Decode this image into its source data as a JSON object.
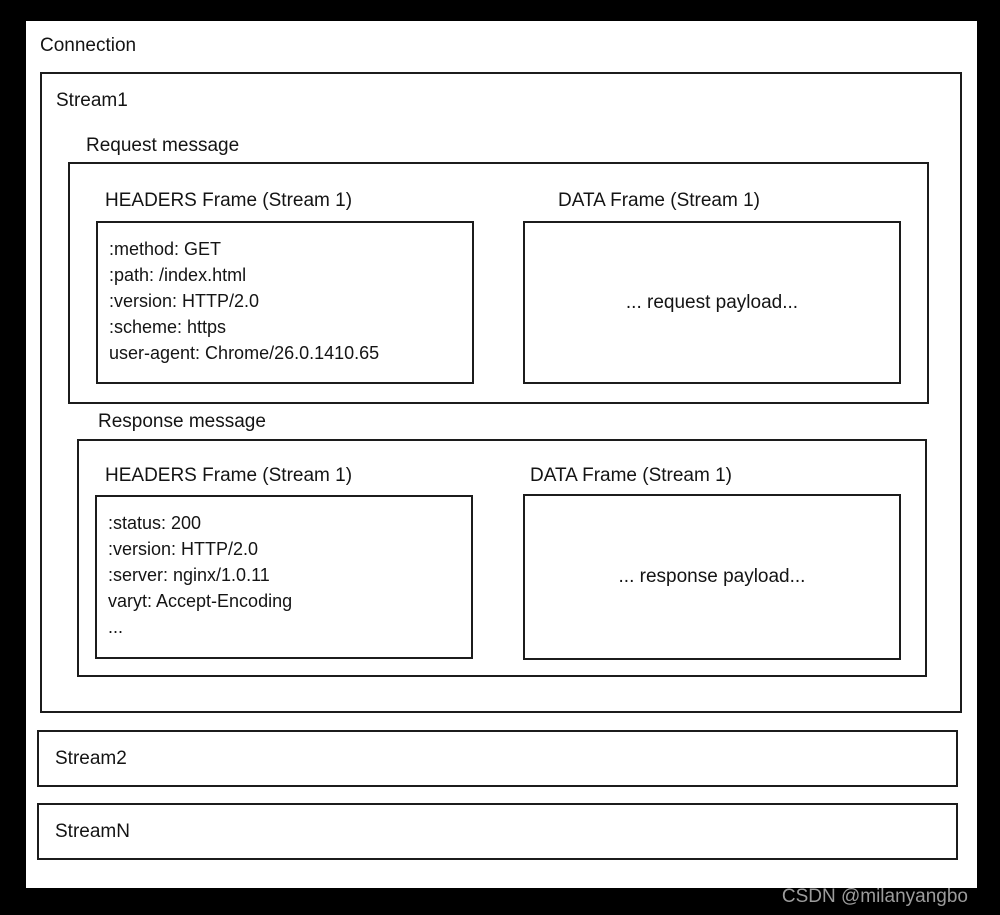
{
  "watermark": "CSDN @milanyangbo",
  "connection": {
    "label": "Connection",
    "stream1": {
      "label": "Stream1",
      "request": {
        "label": "Request message",
        "headers_frame": {
          "title": "HEADERS Frame (Stream 1)",
          "lines": [
            ":method: GET",
            ":path: /index.html",
            ":version: HTTP/2.0",
            ":scheme: https",
            "user-agent: Chrome/26.0.1410.65"
          ]
        },
        "data_frame": {
          "title": "DATA Frame (Stream 1)",
          "payload": "... request payload..."
        }
      },
      "response": {
        "label": "Response message",
        "headers_frame": {
          "title": "HEADERS Frame (Stream 1)",
          "lines": [
            ":status: 200",
            ":version: HTTP/2.0",
            ":server: nginx/1.0.11",
            "varyt: Accept-Encoding",
            "..."
          ]
        },
        "data_frame": {
          "title": "DATA Frame (Stream 1)",
          "payload": "... response payload..."
        }
      }
    },
    "stream2": {
      "label": "Stream2"
    },
    "streamN": {
      "label": "StreamN"
    }
  },
  "colors": {
    "background": "#000000",
    "surface": "#ffffff",
    "border": "#1c1c1c",
    "text": "#141414",
    "watermark": "#9c9c9c"
  }
}
